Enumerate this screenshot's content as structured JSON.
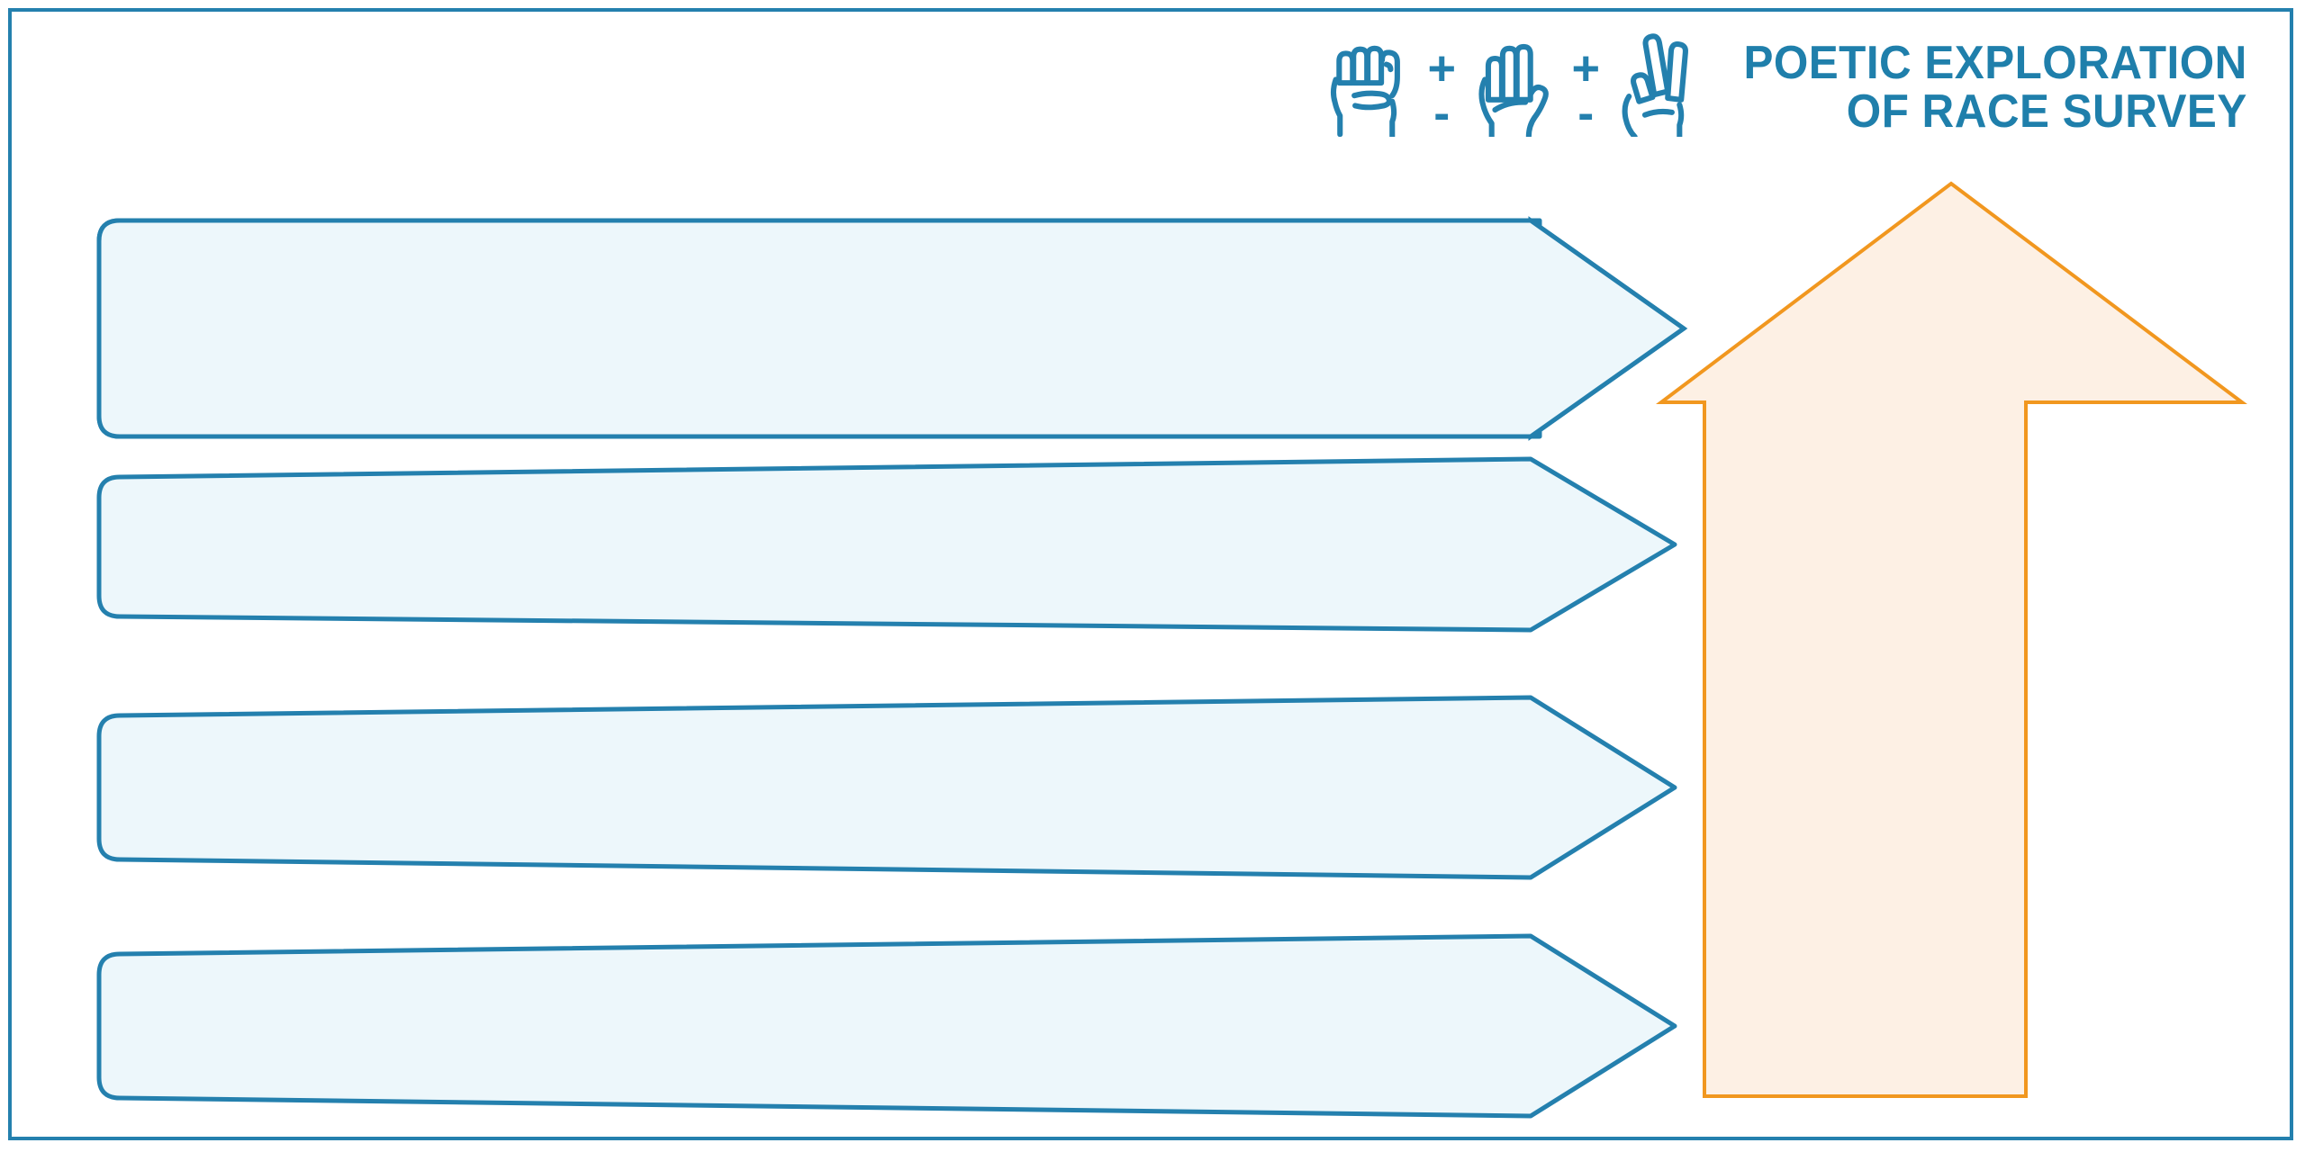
{
  "slide": {
    "background_color": "#ffffff",
    "frame_color": "#2480ae"
  },
  "header": {
    "icons": [
      {
        "name": "raised-fist-icon",
        "glyph": "fist"
      },
      {
        "name": "open-palm-hand-icon",
        "glyph": "palm"
      },
      {
        "name": "peace-sign-hand-icon",
        "glyph": "peace"
      }
    ],
    "separators": [
      {
        "plus": "+",
        "minus": "-"
      },
      {
        "plus": "+",
        "minus": "-"
      }
    ],
    "title_line_1": "POETIC EXPLORATION",
    "title_line_2": "OF RACE SURVEY",
    "title_color": "#1f7fab"
  },
  "diagram": {
    "type": "process-arrows",
    "accent_blue": "#2480ae",
    "accent_blue_fill": "#edf7fb",
    "accent_orange": "#f1971f",
    "accent_orange_fill": "#fdf0e4",
    "blue_arrows": [
      {
        "index": 1,
        "label": ""
      },
      {
        "index": 2,
        "label": ""
      },
      {
        "index": 3,
        "label": ""
      },
      {
        "index": 4,
        "label": ""
      }
    ],
    "orange_arrow": {
      "label": "",
      "direction": "up"
    }
  }
}
